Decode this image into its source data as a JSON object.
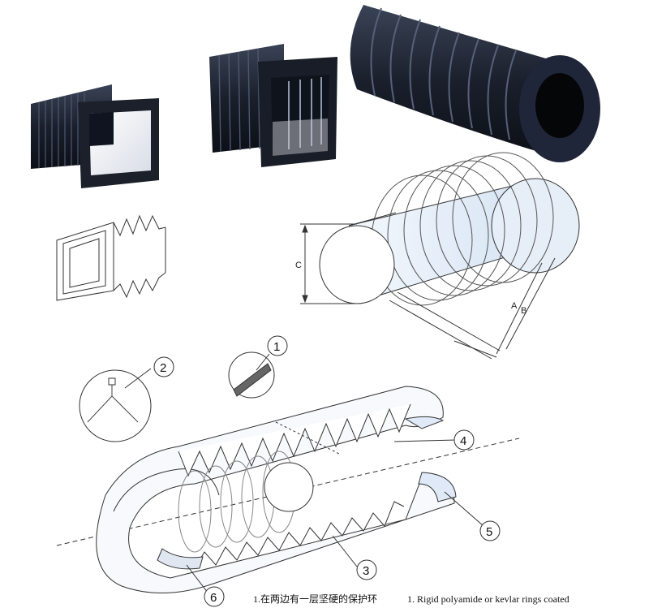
{
  "dimension_labels": {
    "c": "C",
    "a": "A",
    "b": "B"
  },
  "callouts": [
    "1",
    "2",
    "3",
    "4",
    "5",
    "6"
  ],
  "captions": {
    "chinese": "1.在两边有一层坚硬的保护环",
    "english": "1. Rigid polyamide or kevlar rings coated"
  },
  "colors": {
    "bellows_dark": "#1c2230",
    "cylinder_light": "#dfe9f7",
    "line": "#333333"
  }
}
